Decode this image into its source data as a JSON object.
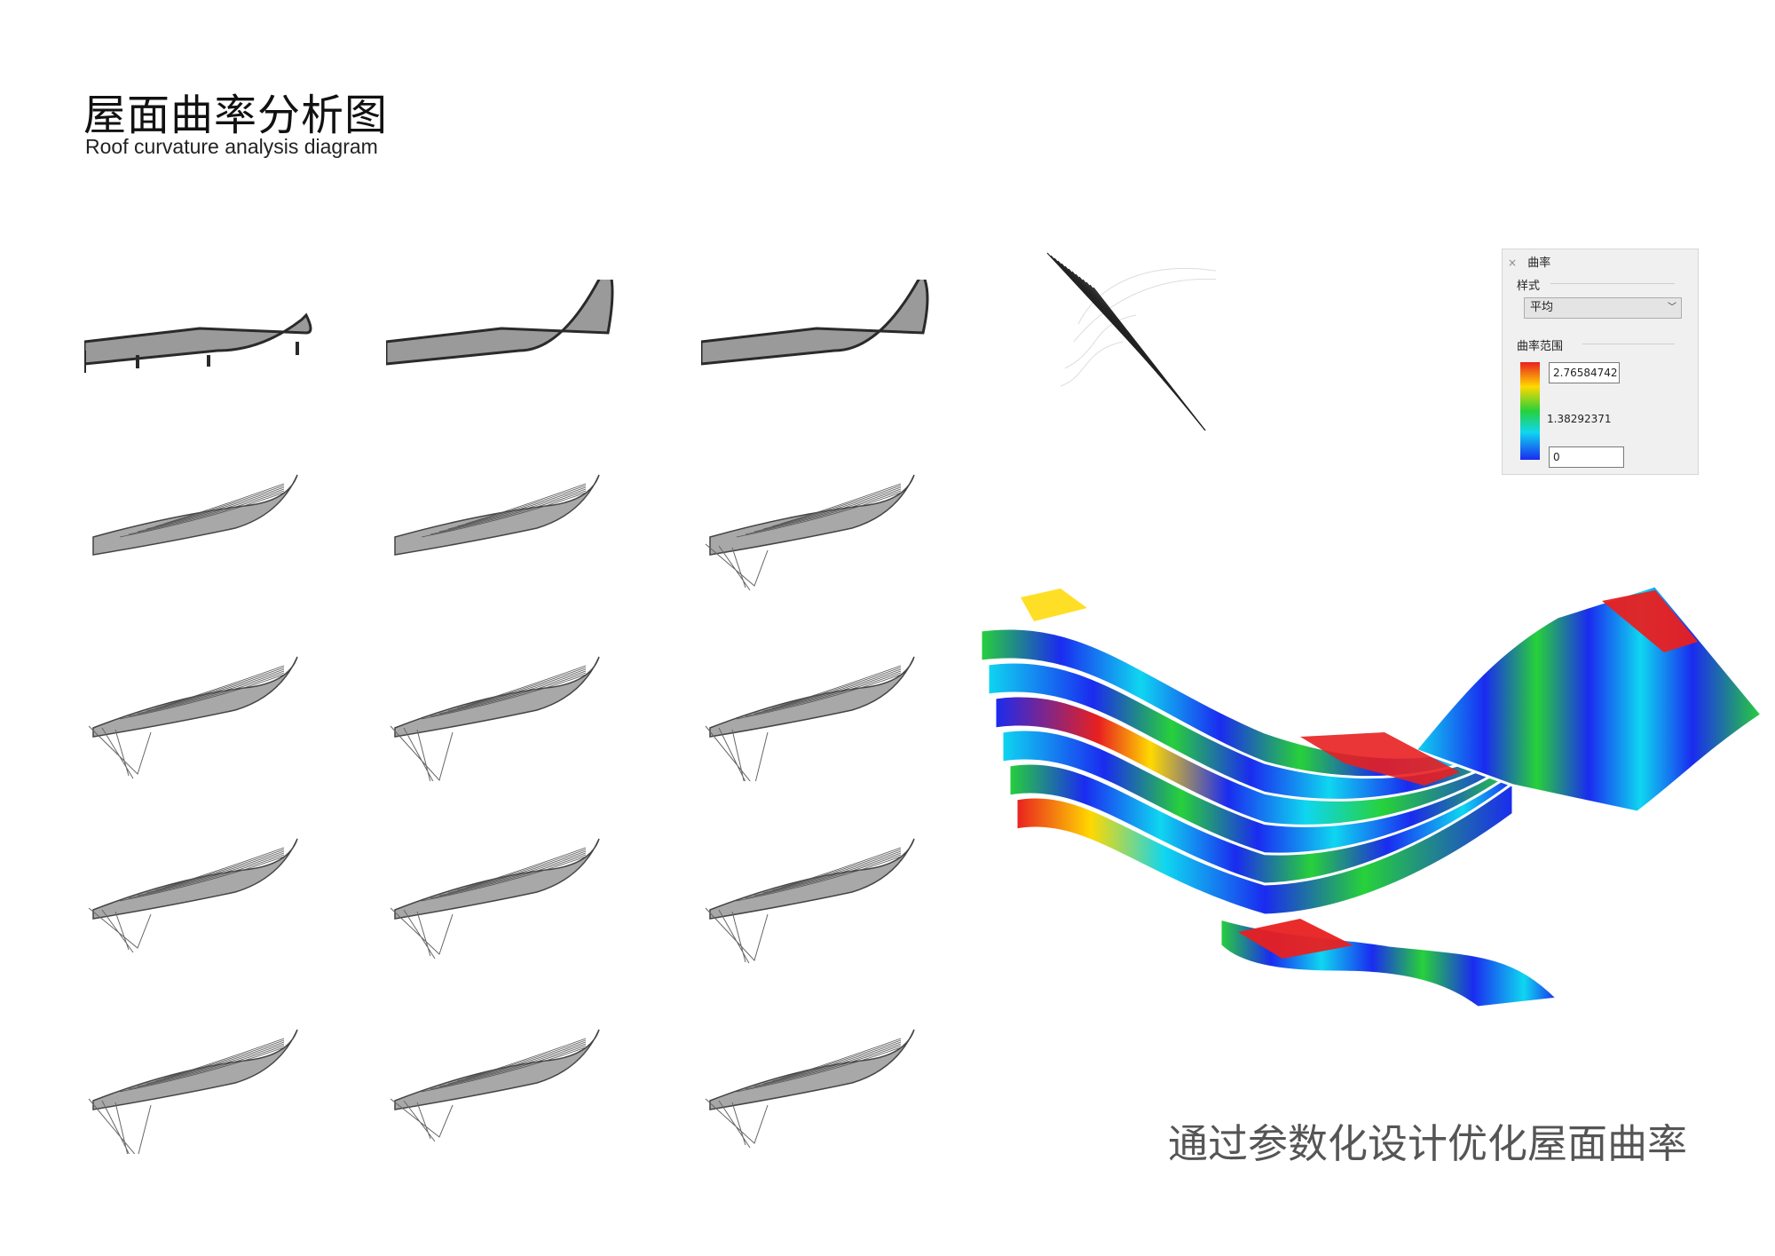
{
  "header": {
    "title_cn": "屋面曲率分析图",
    "title_en": "Roof curvature analysis diagram"
  },
  "roof_grid": {
    "rows": 5,
    "columns": 3,
    "model_color": "#444444",
    "wire_color": "#666666"
  },
  "curvature_panel": {
    "title": "曲率",
    "close_glyph": "×",
    "style_label": "样式",
    "style_value": "平均",
    "range_label": "曲率范围",
    "max_value": "2.76584742",
    "mid_value": "1.38292371",
    "min_value": "0",
    "gradient_colors": [
      "#e82020",
      "#ffd800",
      "#27d13a",
      "#0fd6f0",
      "#1a2bf0"
    ]
  },
  "caption": "通过参数化设计优化屋面曲率",
  "colors": {
    "high": "#e82020",
    "mid_high": "#ffd800",
    "mid": "#27d13a",
    "mid_low": "#0fd6f0",
    "low": "#1a2bf0"
  }
}
